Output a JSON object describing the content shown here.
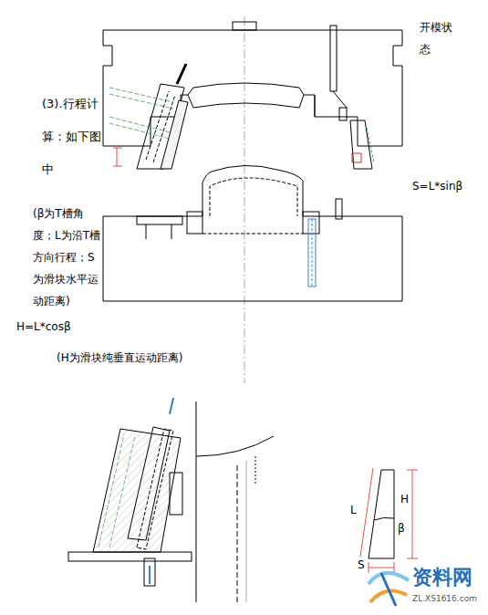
{
  "diagram": {
    "labels": [
      "开模状态",
      "(3).行程计算：如下图中",
      "S=L*sinβ",
      "(β为T槽角度；L为沿T槽方向行程；S为滑块水平运动距离)",
      "H=L*cosβ",
      "(H为滑块纯垂直运动距离)",
      "L",
      "H",
      "β",
      "S",
      "资料网",
      "ZL.XS1616.com"
    ]
  }
}
